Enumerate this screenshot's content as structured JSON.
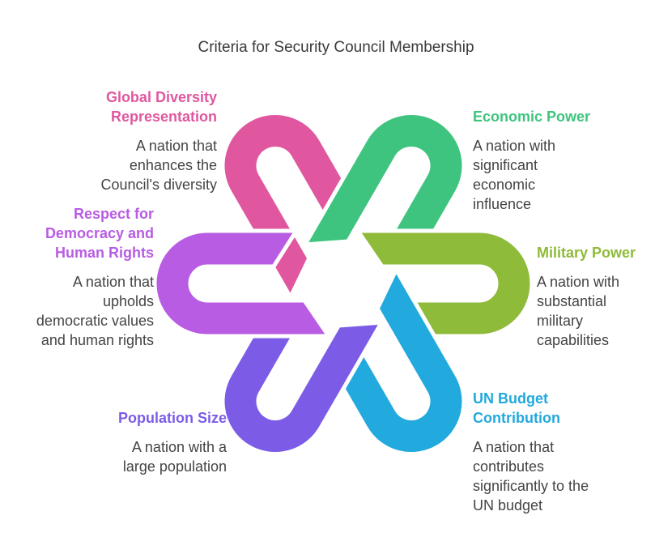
{
  "title": "Criteria for Security Council Membership",
  "criteria": [
    {
      "label": "Global Diversity Representation",
      "label_lines": [
        "Global Diversity",
        "Representation"
      ],
      "desc_lines": [
        "A nation that",
        "enhances the",
        "Council's diversity"
      ],
      "color": "#e0579f"
    },
    {
      "label": "Economic Power",
      "label_lines": [
        "Economic Power"
      ],
      "desc_lines": [
        "A nation with",
        "significant",
        "economic",
        "influence"
      ],
      "color": "#3fc47f"
    },
    {
      "label": "Respect for Democracy and Human Rights",
      "label_lines": [
        "Respect for",
        "Democracy and",
        "Human Rights"
      ],
      "desc_lines": [
        "A nation that",
        "upholds",
        "democratic values",
        "and human rights"
      ],
      "color": "#b85ce3"
    },
    {
      "label": "Military Power",
      "label_lines": [
        "Military Power"
      ],
      "desc_lines": [
        "A nation with",
        "substantial",
        "military",
        "capabilities"
      ],
      "color": "#8fbb3a"
    },
    {
      "label": "Population Size",
      "label_lines": [
        "Population Size"
      ],
      "desc_lines": [
        "A nation with a",
        "large population"
      ],
      "color": "#7c5ce6"
    },
    {
      "label": "UN Budget Contribution",
      "label_lines": [
        "UN Budget",
        "Contribution"
      ],
      "desc_lines": [
        "A nation that",
        "contributes",
        "significantly to the",
        "UN budget"
      ],
      "color": "#22a9dd"
    }
  ]
}
